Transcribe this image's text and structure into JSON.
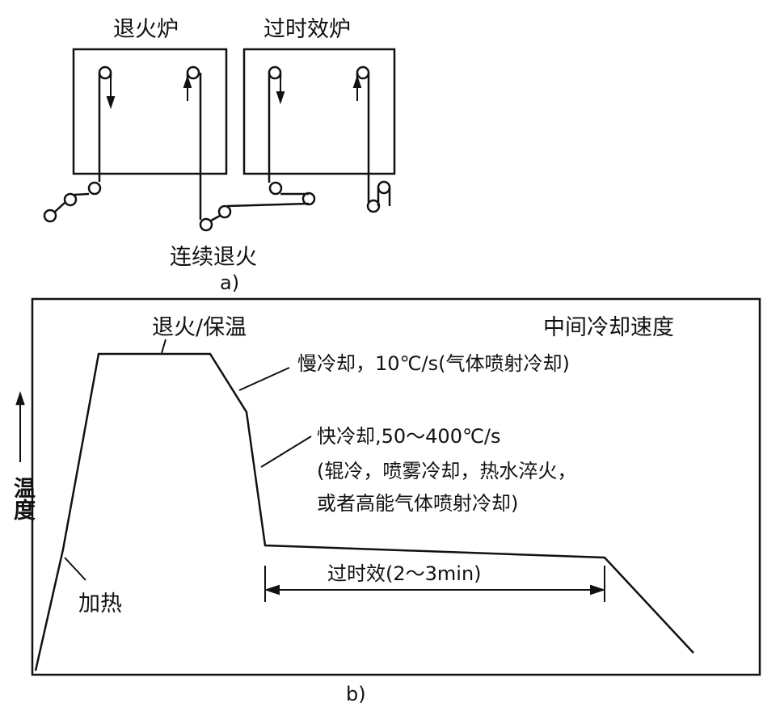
{
  "diagram_a": {
    "annealing_furnace": "退火炉",
    "overaging_furnace": "过时效炉",
    "process_label": "连续退火",
    "caption": "a)"
  },
  "diagram_b": {
    "y_axis_label": "温度",
    "title": "中间冷却速度",
    "anneal_hold": "退火/保温",
    "slow_cool": "慢冷却，10℃/s(气体喷射冷却)",
    "fast_cool_line1": "快冷却,50～400℃/s",
    "fast_cool_line2": "(辊冷，喷雾冷却，热水淬火，",
    "fast_cool_line3": "或者高能气体喷射冷却)",
    "overaging": "过时效(2～3min)",
    "heating": "加热",
    "caption": "b)"
  }
}
